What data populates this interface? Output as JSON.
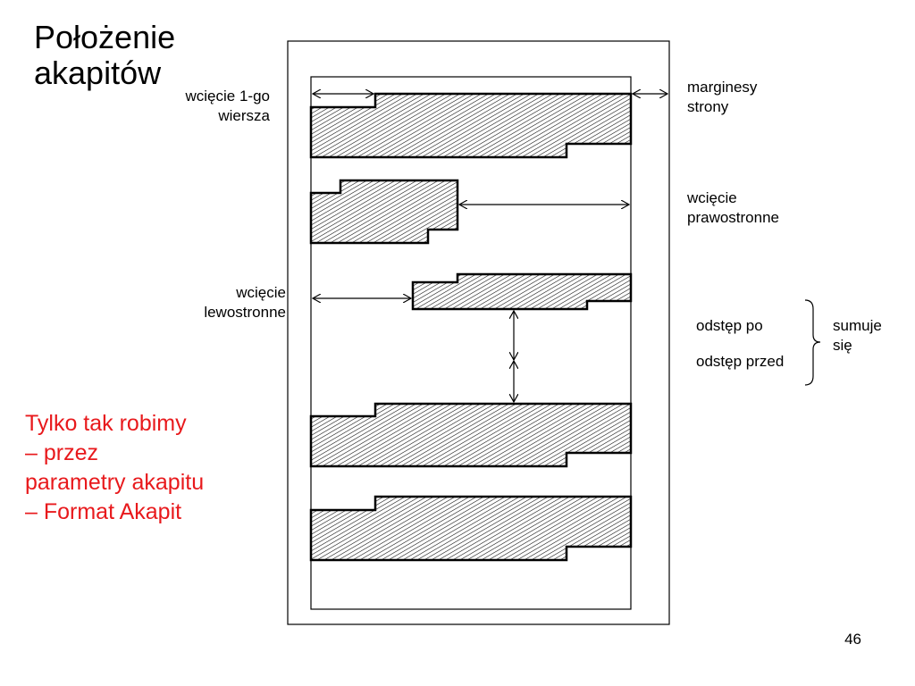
{
  "title_line1": "Położenie",
  "title_line2": "akapitów",
  "labels": {
    "first_line_indent_1": "wcięcie 1-go",
    "first_line_indent_2": "wiersza",
    "page_margins_1": "marginesy",
    "page_margins_2": "strony",
    "right_indent_1": "wcięcie",
    "right_indent_2": "prawostronne",
    "left_indent_1": "wcięcie",
    "left_indent_2": "lewostronne",
    "space_after": "odstęp po",
    "space_before": "odstęp przed",
    "sum_1": "sumuje",
    "sum_2": "się"
  },
  "note": {
    "line1": "Tylko tak robimy",
    "line2": "– przez",
    "line3": "parametry akapitu",
    "line4": "– Format Akapit"
  },
  "page_number": "46",
  "colors": {
    "note": "#e8191c",
    "text": "#000000"
  }
}
